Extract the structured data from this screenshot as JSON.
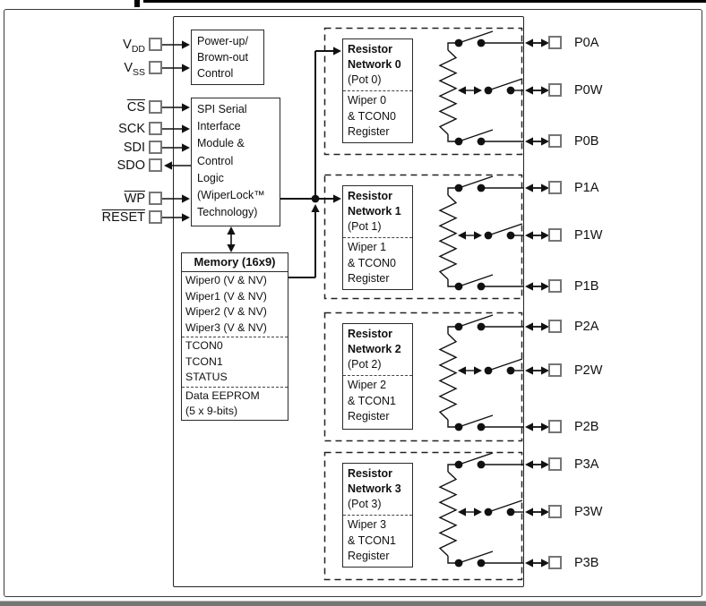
{
  "figure": {
    "left_pins": [
      {
        "name": "VDD",
        "base": "V",
        "sub": "DD",
        "overline": false
      },
      {
        "name": "VSS",
        "base": "V",
        "sub": "SS",
        "overline": false
      },
      {
        "name": "CS",
        "base": "CS",
        "sub": "",
        "overline": true
      },
      {
        "name": "SCK",
        "base": "SCK",
        "sub": "",
        "overline": false
      },
      {
        "name": "SDI",
        "base": "SDI",
        "sub": "",
        "overline": false
      },
      {
        "name": "SDO",
        "base": "SDO",
        "sub": "",
        "overline": false
      },
      {
        "name": "WP",
        "base": "WP",
        "sub": "",
        "overline": true
      },
      {
        "name": "RESET",
        "base": "RESET",
        "sub": "",
        "overline": true
      }
    ],
    "blocks": {
      "power": {
        "line1": "Power-up/",
        "line2": "Brown-out",
        "line3": "Control"
      },
      "spi": {
        "line1": "SPI Serial",
        "line2": "Interface",
        "line3": "Module &",
        "line4": "Control",
        "line5": "Logic",
        "line6": "(WiperLock™",
        "line7": "Technology)"
      },
      "memory": {
        "title": "Memory (16x9)",
        "wiper0": "Wiper0 (V & NV)",
        "wiper1": "Wiper1 (V & NV)",
        "wiper2": "Wiper2 (V & NV)",
        "wiper3": "Wiper3 (V & NV)",
        "tcon0": "TCON0",
        "tcon1": "TCON1",
        "status": "STATUS",
        "eeprom1": "Data EEPROM",
        "eeprom2": "(5 x 9-bits)"
      }
    },
    "networks": [
      {
        "t1": "Resistor",
        "t2": "Network 0",
        "t3": "(Pot 0)",
        "r1": "Wiper 0",
        "r2": "& TCON0",
        "r3": "Register"
      },
      {
        "t1": "Resistor",
        "t2": "Network 1",
        "t3": "(Pot 1)",
        "r1": "Wiper 1",
        "r2": "& TCON0",
        "r3": "Register"
      },
      {
        "t1": "Resistor",
        "t2": "Network 2",
        "t3": "(Pot 2)",
        "r1": "Wiper 2",
        "r2": "& TCON1",
        "r3": "Register"
      },
      {
        "t1": "Resistor",
        "t2": "Network 3",
        "t3": "(Pot 3)",
        "r1": "Wiper 3",
        "r2": "& TCON1",
        "r3": "Register"
      }
    ],
    "right_pins": [
      "P0A",
      "P0W",
      "P0B",
      "P1A",
      "P1W",
      "P1B",
      "P2A",
      "P2W",
      "P2B",
      "P3A",
      "P3W",
      "P3B"
    ],
    "line_color": "#111111"
  }
}
